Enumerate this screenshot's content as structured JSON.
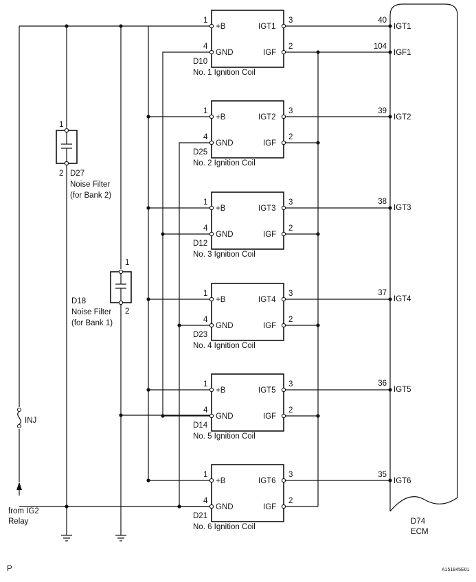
{
  "coils": [
    {
      "conn": "D10",
      "name": "No. 1 Ignition Coil",
      "pin_b": "1",
      "pin_gnd": "4",
      "pin_igt": "3",
      "pin_igf": "2",
      "lbl_b": "+B",
      "lbl_gnd": "GND",
      "lbl_igt": "IGT1",
      "lbl_igf": "IGF"
    },
    {
      "conn": "D25",
      "name": "No. 2 Ignition Coil",
      "pin_b": "1",
      "pin_gnd": "4",
      "pin_igt": "3",
      "pin_igf": "2",
      "lbl_b": "+B",
      "lbl_gnd": "GND",
      "lbl_igt": "IGT2",
      "lbl_igf": "IGF"
    },
    {
      "conn": "D12",
      "name": "No. 3 Ignition Coil",
      "pin_b": "1",
      "pin_gnd": "4",
      "pin_igt": "3",
      "pin_igf": "2",
      "lbl_b": "+B",
      "lbl_gnd": "GND",
      "lbl_igt": "IGT3",
      "lbl_igf": "IGF"
    },
    {
      "conn": "D23",
      "name": "No. 4 Ignition Coil",
      "pin_b": "1",
      "pin_gnd": "4",
      "pin_igt": "3",
      "pin_igf": "2",
      "lbl_b": "+B",
      "lbl_gnd": "GND",
      "lbl_igt": "IGT4",
      "lbl_igf": "IGF"
    },
    {
      "conn": "D14",
      "name": "No. 5 Ignition Coil",
      "pin_b": "1",
      "pin_gnd": "4",
      "pin_igt": "3",
      "pin_igf": "2",
      "lbl_b": "+B",
      "lbl_gnd": "GND",
      "lbl_igt": "IGT5",
      "lbl_igf": "IGF"
    },
    {
      "conn": "D21",
      "name": "No. 6 Ignition Coil",
      "pin_b": "1",
      "pin_gnd": "4",
      "pin_igt": "3",
      "pin_igf": "2",
      "lbl_b": "+B",
      "lbl_gnd": "GND",
      "lbl_igt": "IGT6",
      "lbl_igf": "IGF"
    }
  ],
  "ecm_pins": [
    {
      "num": "40",
      "label": "IGT1"
    },
    {
      "num": "104",
      "label": "IGF1"
    },
    {
      "num": "39",
      "label": "IGT2"
    },
    {
      "num": "38",
      "label": "IGT3"
    },
    {
      "num": "37",
      "label": "IGT4"
    },
    {
      "num": "36",
      "label": "IGT5"
    },
    {
      "num": "35",
      "label": "IGT6"
    }
  ],
  "ecm": {
    "conn": "D74",
    "name": "ECM"
  },
  "filters": [
    {
      "conn": "D27",
      "name": "Noise Filter",
      "bank": "(for Bank 2)",
      "pin_top": "1",
      "pin_bottom": "2"
    },
    {
      "conn": "D18",
      "name": "Noise Filter",
      "bank": "(for Bank 1)",
      "pin_top": "1",
      "pin_bottom": "2"
    }
  ],
  "fuse": {
    "label": "INJ"
  },
  "source": {
    "line1": "from IG2",
    "line2": "Relay"
  },
  "footer": {
    "left": "P",
    "right": "A151845E01"
  }
}
